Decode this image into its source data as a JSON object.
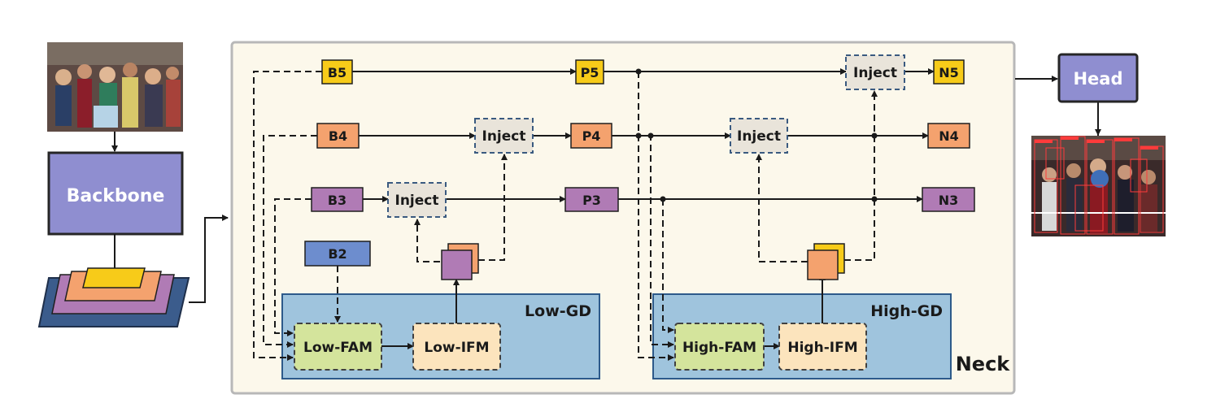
{
  "input": {
    "backbone": "Backbone",
    "head": "Head"
  },
  "neck": {
    "title": "Neck",
    "low_gd": "Low-GD",
    "high_gd": "High-GD",
    "low_fam": "Low-FAM",
    "low_ifm": "Low-IFM",
    "high_fam": "High-FAM",
    "high_ifm": "High-IFM",
    "inject": "Inject"
  },
  "features": {
    "b5": "B5",
    "b4": "B4",
    "b3": "B3",
    "b2": "B2",
    "p5": "P5",
    "p4": "P4",
    "p3": "P3",
    "n5": "N5",
    "n4": "N4",
    "n3": "N3"
  },
  "colors": {
    "level5": "#F7CB19",
    "level4": "#F4A26E",
    "level3": "#B07BB5",
    "level2": "#6D8DCE",
    "module": "#8F8ED0",
    "neck_bg": "#FCF8EB",
    "gd_bg": "#9FC4DD",
    "fam": "#D4E49C",
    "ifm": "#FCE4BD",
    "inject": "#E9E4DA"
  }
}
